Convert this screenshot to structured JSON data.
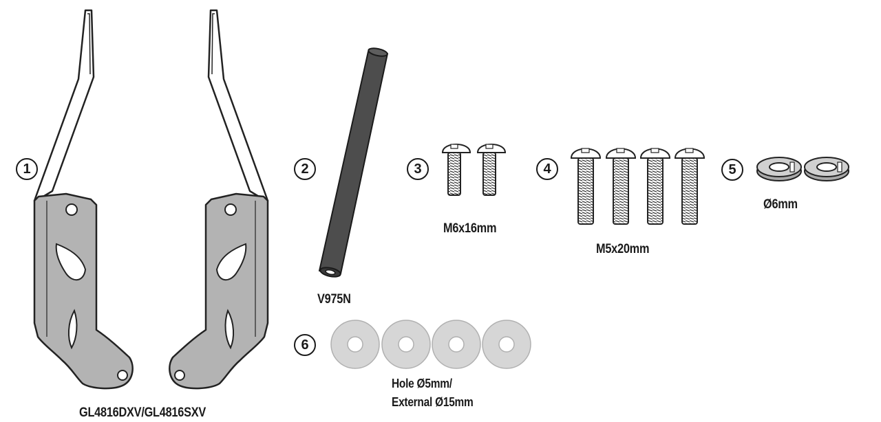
{
  "parts": [
    {
      "number": "1",
      "label": "GL4816DXV/GL4816SXV"
    },
    {
      "number": "2",
      "label": "V975N"
    },
    {
      "number": "3",
      "label": "M6x16mm"
    },
    {
      "number": "4",
      "label": "M5x20mm"
    },
    {
      "number": "5",
      "label": "Ø6mm"
    },
    {
      "number": "6",
      "label_line1": "Hole Ø5mm/",
      "label_line2": "External Ø15mm"
    }
  ],
  "colors": {
    "bracket_fill": "#b3b3b3",
    "rod_fill": "#4d4d4d",
    "washer_fill": "#d6d6d6",
    "outline": "#222222"
  }
}
